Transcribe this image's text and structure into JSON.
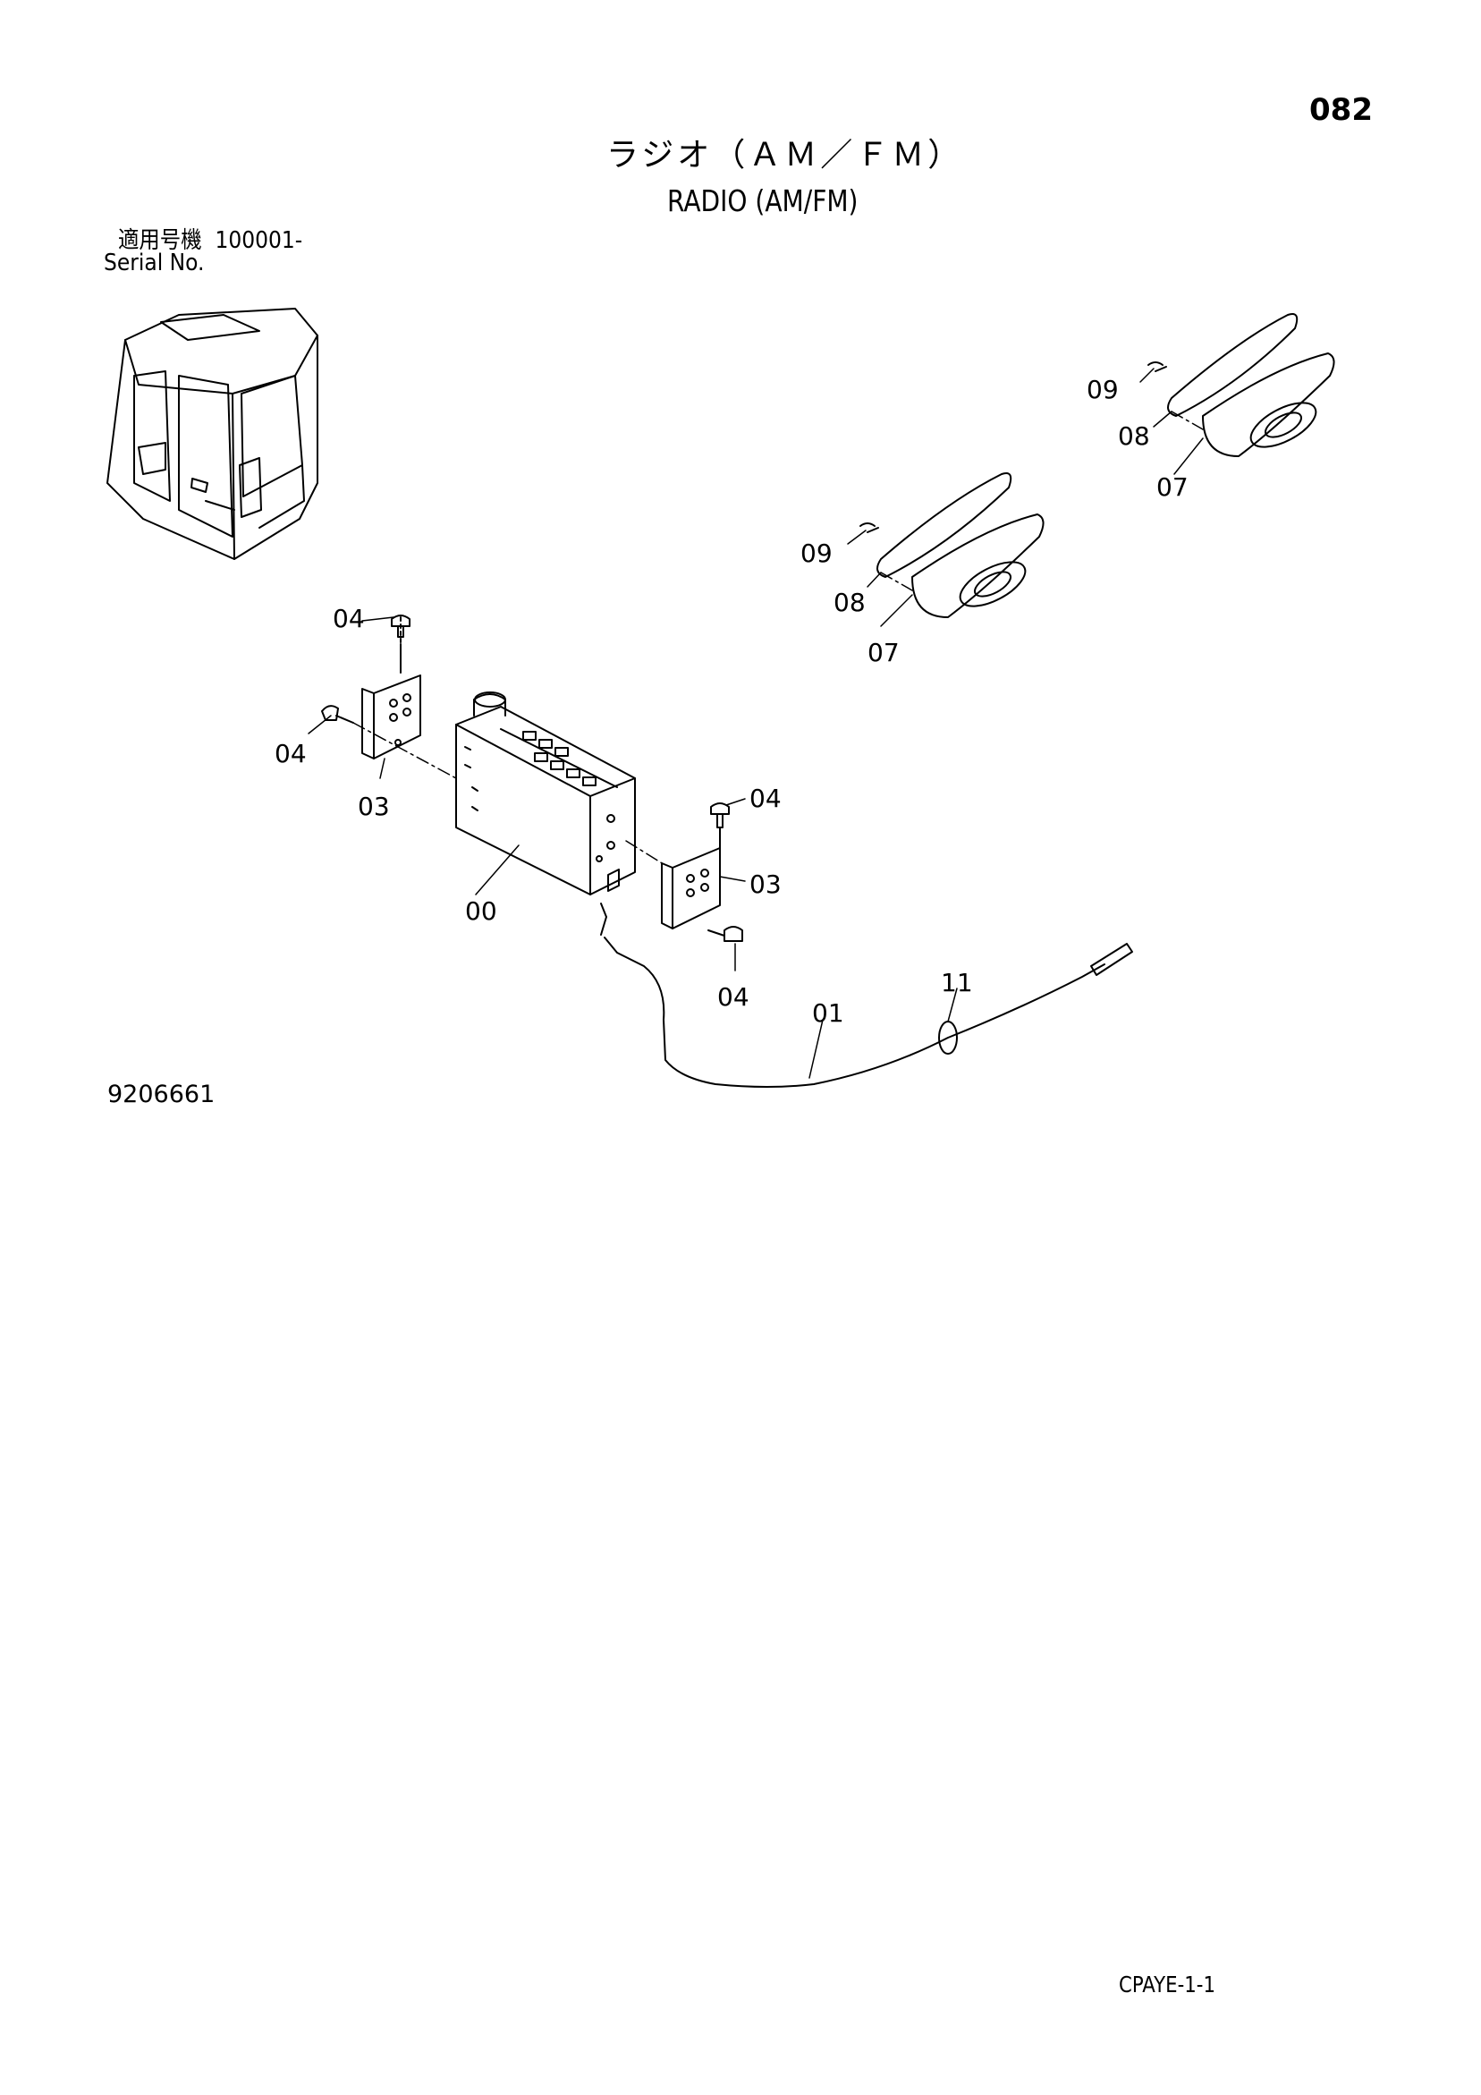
{
  "page_number": "082",
  "title": {
    "jp": "ラジオ（ＡＭ／ＦＭ）",
    "en": "RADIO (AM/FM)"
  },
  "serial": {
    "jp": "適用号機  100001-",
    "en": "Serial No."
  },
  "drawing_number": "9206661",
  "figure_code": "CPAYE-1-1",
  "callouts": {
    "c00": "00",
    "c01": "01",
    "c03_left": "03",
    "c03_right": "03",
    "c04_top": "04",
    "c04_left": "04",
    "c04_right": "04",
    "c04_bottom": "04",
    "c07_upper": "07",
    "c07_lower": "07",
    "c08_upper": "08",
    "c08_lower": "08",
    "c09_upper": "09",
    "c09_lower": "09",
    "c11": "11"
  }
}
